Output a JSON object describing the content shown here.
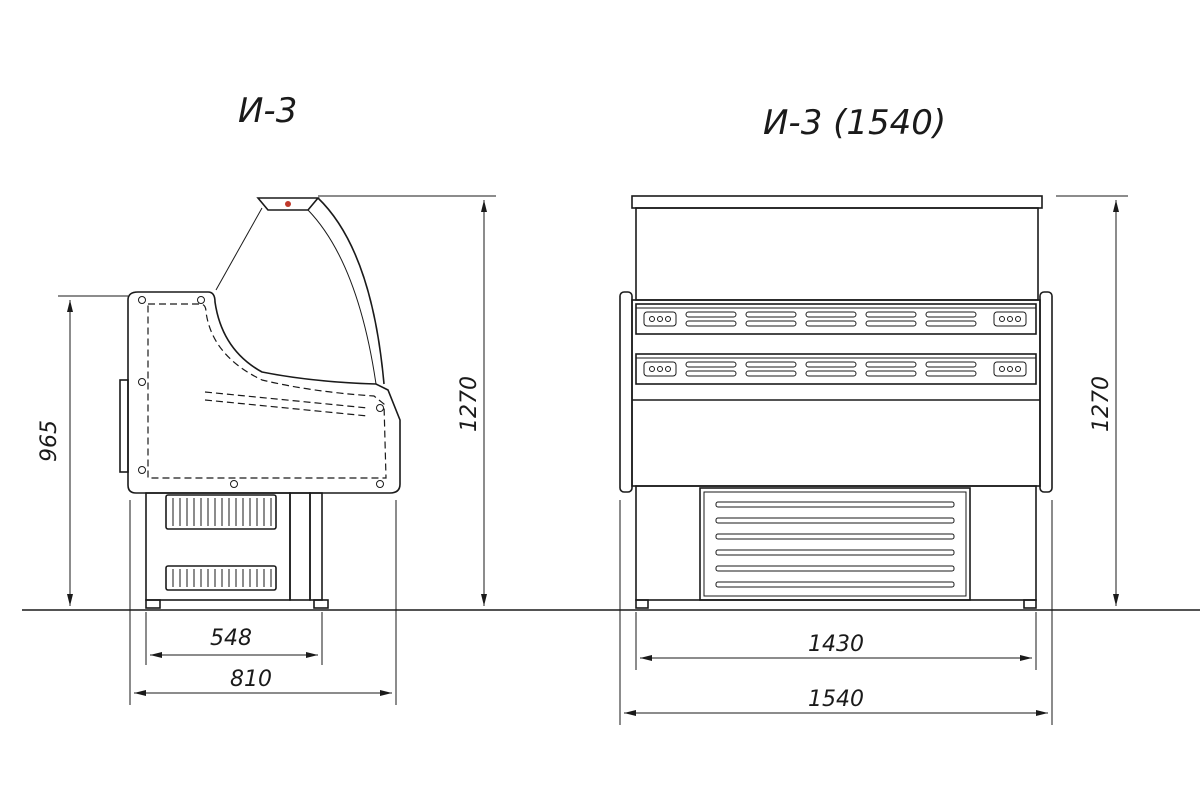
{
  "titles": {
    "left": "И-3",
    "right": "И-3 (1540)"
  },
  "dimensions": {
    "left_height_base": "965",
    "left_height_total": "1270",
    "left_depth_inner": "548",
    "left_depth_total": "810",
    "right_width_inner": "1430",
    "right_width_total": "1540",
    "right_height_total": "1270"
  },
  "colors": {
    "line": "#1a1a1a",
    "background": "#ffffff",
    "lamp_dot": "#c0392b"
  }
}
